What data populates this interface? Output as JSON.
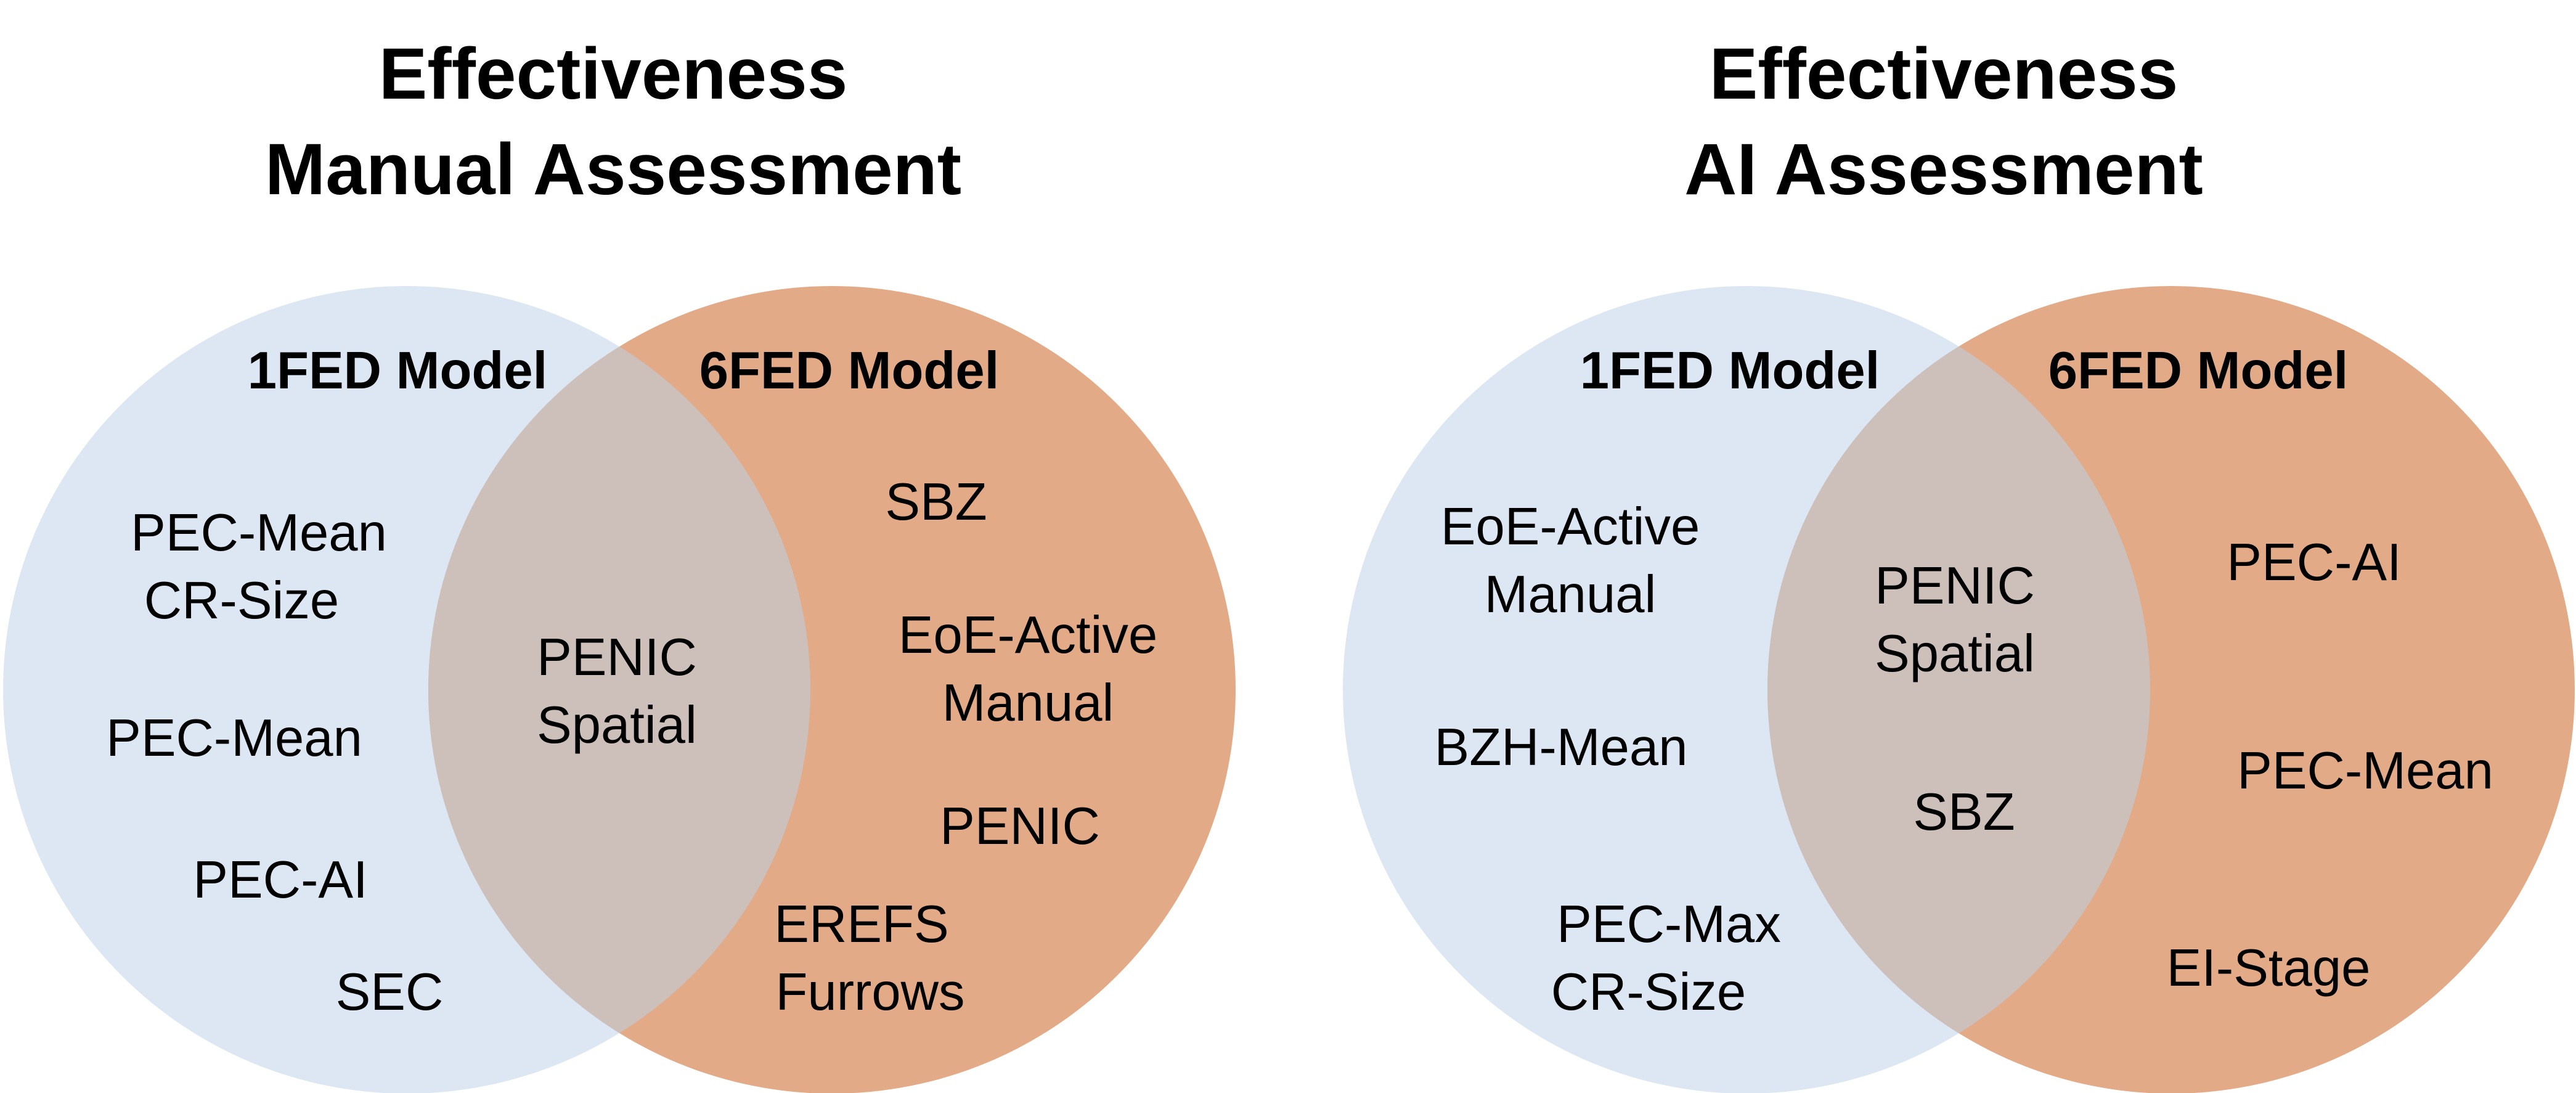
{
  "colors": {
    "one_fed_fill": "#dce7f3",
    "six_fed_fill": "#e3aa87",
    "overlap_fill": "#cdc0bb",
    "text": "#000000",
    "background": "#ffffff"
  },
  "panels": [
    {
      "title_line1": "Effectiveness",
      "title_line2": "Manual Assessment",
      "left_set": {
        "label": "1FED Model",
        "items": [
          "PEC-Mean",
          "CR-Size",
          "PEC-Mean",
          "PEC-AI",
          "SEC"
        ]
      },
      "overlap": {
        "items": [
          "PENIC",
          "Spatial"
        ]
      },
      "right_set": {
        "label": "6FED Model",
        "items": [
          "SBZ",
          "EoE-Active",
          "Manual",
          "PENIC",
          "EREFS",
          "Furrows"
        ]
      }
    },
    {
      "title_line1": "Effectiveness",
      "title_line2": "AI Assessment",
      "left_set": {
        "label": "1FED Model",
        "items": [
          "EoE-Active",
          "Manual",
          "BZH-Mean",
          "PEC-Max",
          "CR-Size"
        ]
      },
      "overlap": {
        "items": [
          "PENIC",
          "Spatial",
          "SBZ"
        ]
      },
      "right_set": {
        "label": "6FED Model",
        "items": [
          "PEC-AI",
          "PEC-Mean",
          "EI-Stage"
        ]
      }
    }
  ]
}
